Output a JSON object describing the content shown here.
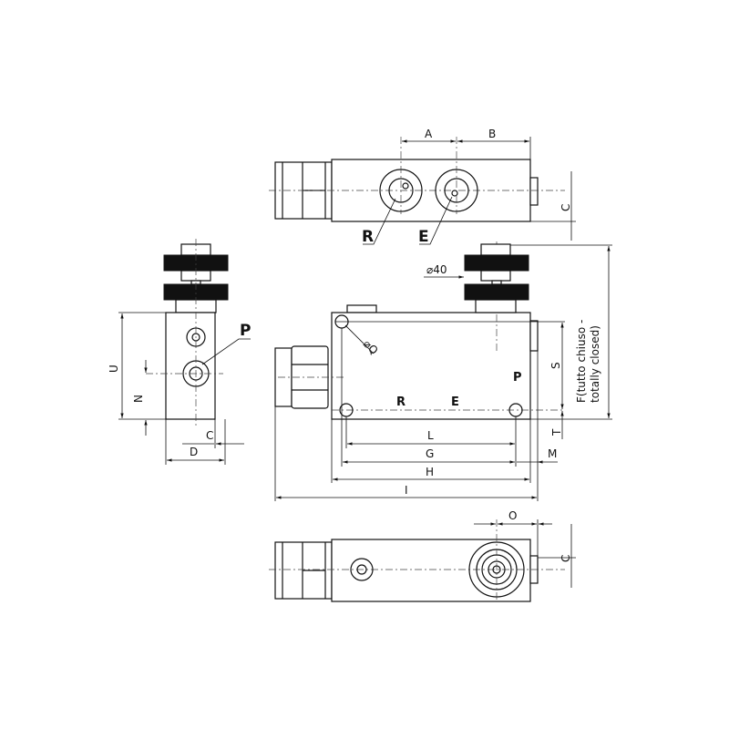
{
  "labels": {
    "A": "A",
    "B": "B",
    "C": "C",
    "D": "D",
    "G": "G",
    "H": "H",
    "I": "I",
    "L": "L",
    "M": "M",
    "N": "N",
    "O": "O",
    "S": "S",
    "T": "T",
    "U": "U",
    "Q": "⌀Q",
    "dia40": "⌀40",
    "F_line1": "F(tutto chiuso -",
    "F_line2": "totally closed)"
  },
  "ports": {
    "R": "R",
    "E": "E",
    "P": "P"
  }
}
